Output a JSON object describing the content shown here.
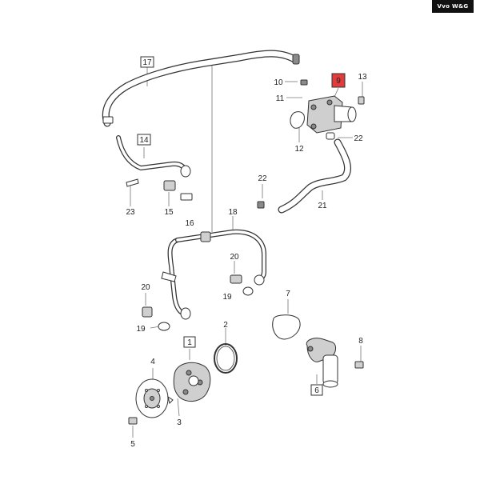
{
  "brand": {
    "logo": "Vvo W&G"
  },
  "callouts": {
    "c1": "1",
    "c2": "2",
    "c3": "3",
    "c4": "4",
    "c5": "5",
    "c6": "6",
    "c7": "7",
    "c8": "8",
    "c9": "9",
    "c10": "10",
    "c11": "11",
    "c12": "12",
    "c13": "13",
    "c14": "14",
    "c15": "15",
    "c16": "16",
    "c17": "17",
    "c18": "18",
    "c19a": "19",
    "c19b": "19",
    "c20a": "20",
    "c20b": "20",
    "c21": "21",
    "c22a": "22",
    "c22b": "22",
    "c23": "23"
  },
  "highlight": {
    "part": "9",
    "color": "#e23b3b"
  }
}
